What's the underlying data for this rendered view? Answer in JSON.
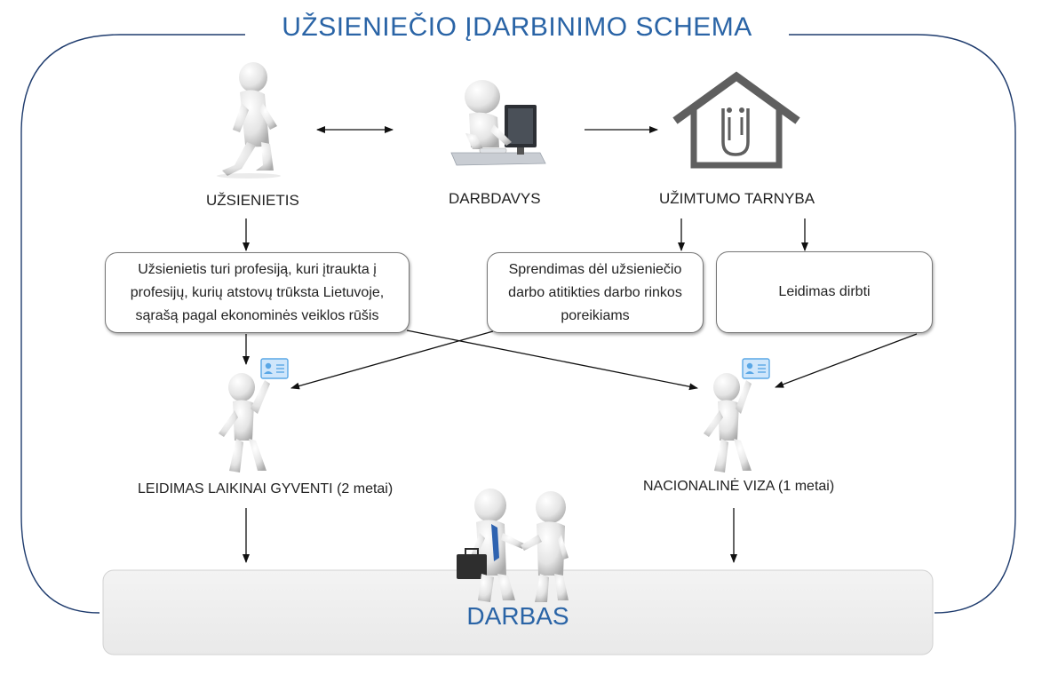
{
  "title": "UŽSIENIEČIO ĮDARBINIMO SCHEMA",
  "actors": {
    "foreigner": "UŽSIENIETIS",
    "employer": "DARBDAVYS",
    "employment_service": "UŽIMTUMO TARNYBA"
  },
  "boxes": {
    "profession": "Užsienietis turi profesiją, kuri įtraukta į profesijų, kurių atstovų trūksta Lietuvoje, sąrašą pagal ekonominės veiklos rūšis",
    "decision": "Sprendimas dėl užsieniečio darbo atitikties darbo rinkos poreikiams",
    "work_permit": "Leidimas dirbti"
  },
  "outcomes": {
    "residence_permit": "LEIDIMAS LAIKINAI GYVENTI (2 metai)",
    "national_visa": "NACIONALINĖ VIZA (1 metai)"
  },
  "result": "DARBAS",
  "colors": {
    "accent": "#2a64a6",
    "frame": "#1f3c6e",
    "result_band": "#efefef",
    "id_card": "#5aa7e6"
  }
}
